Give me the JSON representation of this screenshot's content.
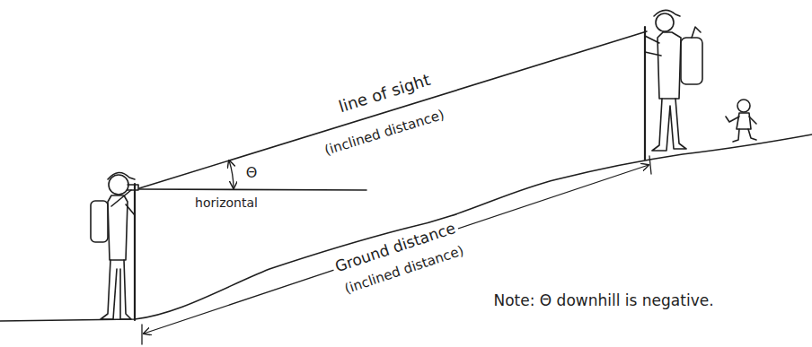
{
  "diagram": {
    "labels": [
      "line of sight",
      "(inclined distance)",
      "Θ",
      "horizontal",
      "Ground distance",
      "(inclined distance)",
      "Note: Θ downhill is negative."
    ]
  }
}
